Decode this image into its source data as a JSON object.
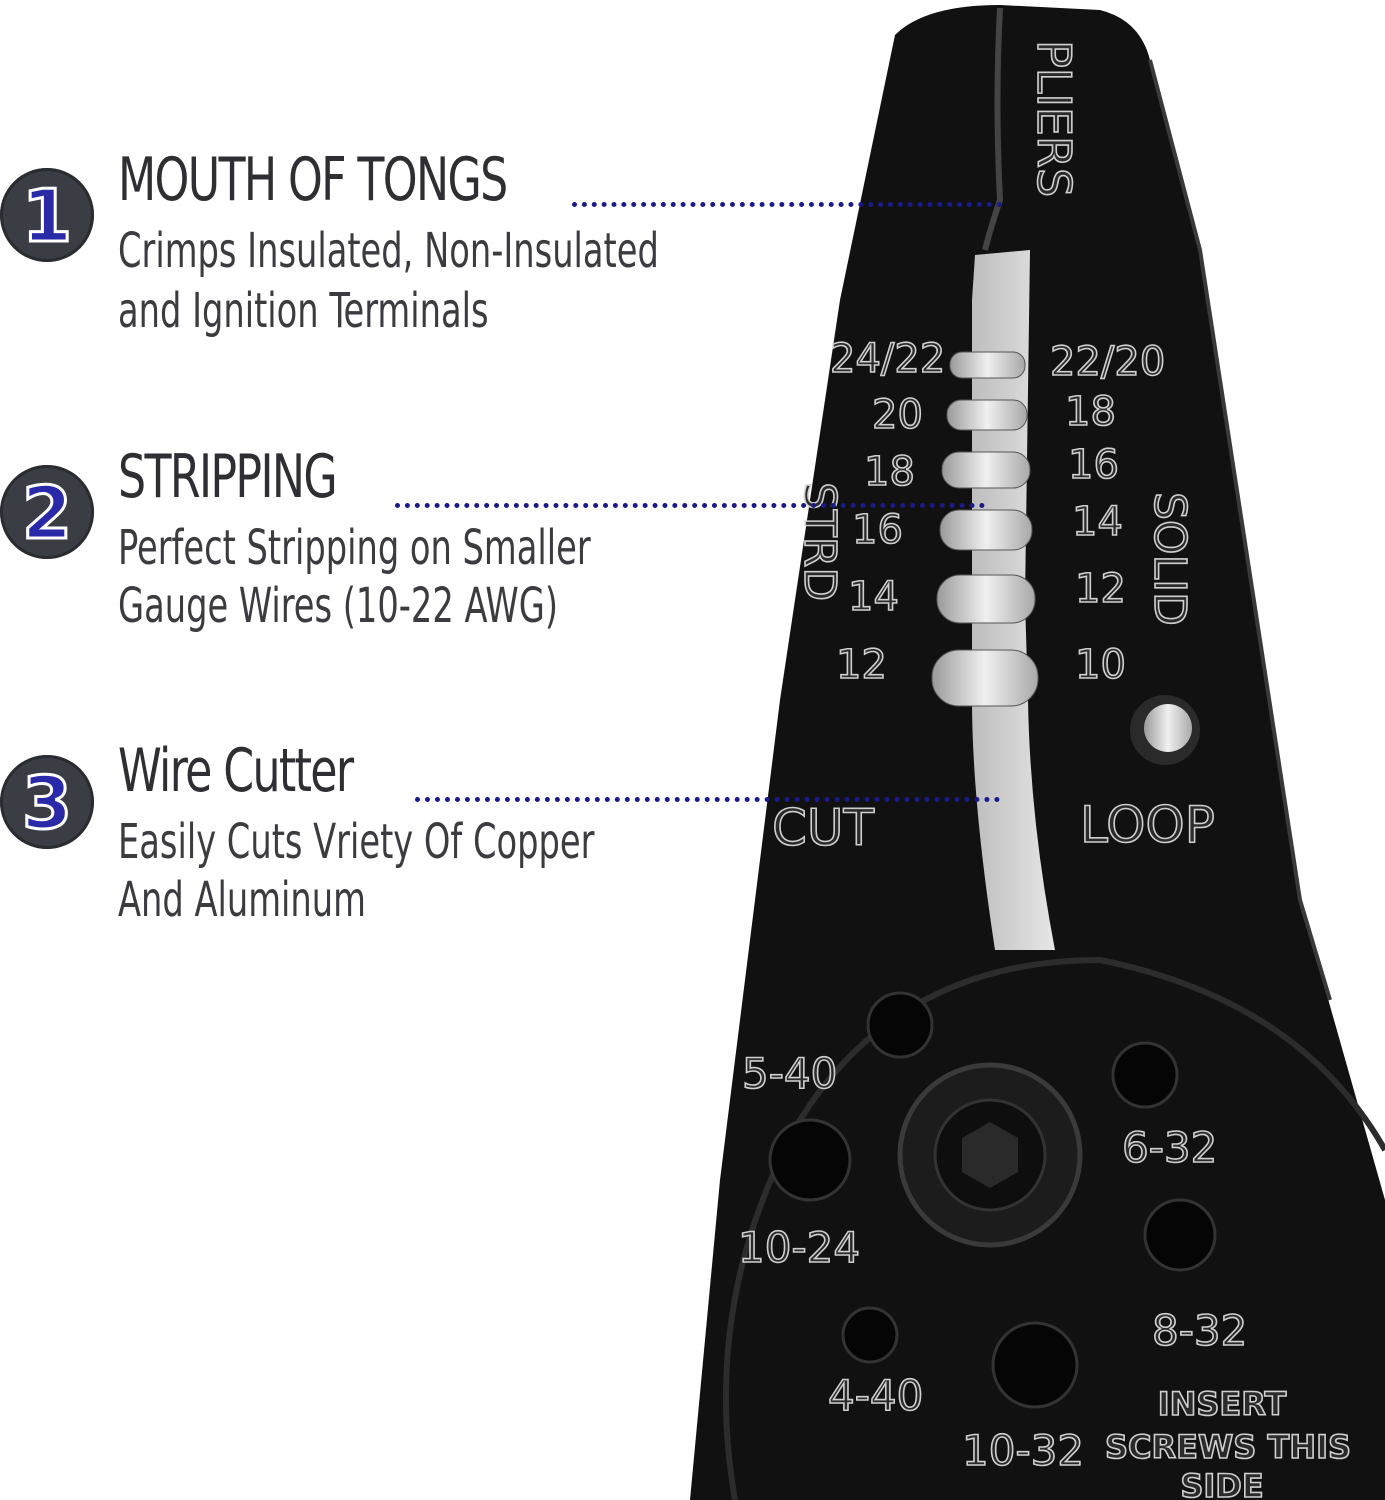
{
  "features": [
    {
      "number": "1",
      "title": "MOUTH OF TONGS",
      "lines": [
        "Crimps Insulated, Non-Insulated",
        "and Ignition Terminals"
      ]
    },
    {
      "number": "2",
      "title": "STRIPPING",
      "lines": [
        "Perfect Stripping on Smaller",
        "Gauge Wires (10-22 AWG)"
      ]
    },
    {
      "number": "3",
      "title": "Wire Cutter",
      "lines": [
        "Easily Cuts Vriety Of Copper",
        "And Aluminum"
      ]
    }
  ],
  "tool_labels": {
    "pliers": "PLIERS",
    "strd": "STRD",
    "solid": "SOLID",
    "cut": "CUT",
    "loop": "LOOP",
    "left_gauges": [
      "24/22",
      "20",
      "18",
      "16",
      "14",
      "12"
    ],
    "right_gauges": [
      "22/20",
      "18",
      "16",
      "14",
      "12",
      "10"
    ],
    "screw_sizes": [
      "5-40",
      "6-32",
      "10-24",
      "8-32",
      "4-40",
      "10-32"
    ],
    "insert_text": [
      "INSERT",
      "SCREWS THIS",
      "SIDE"
    ]
  }
}
